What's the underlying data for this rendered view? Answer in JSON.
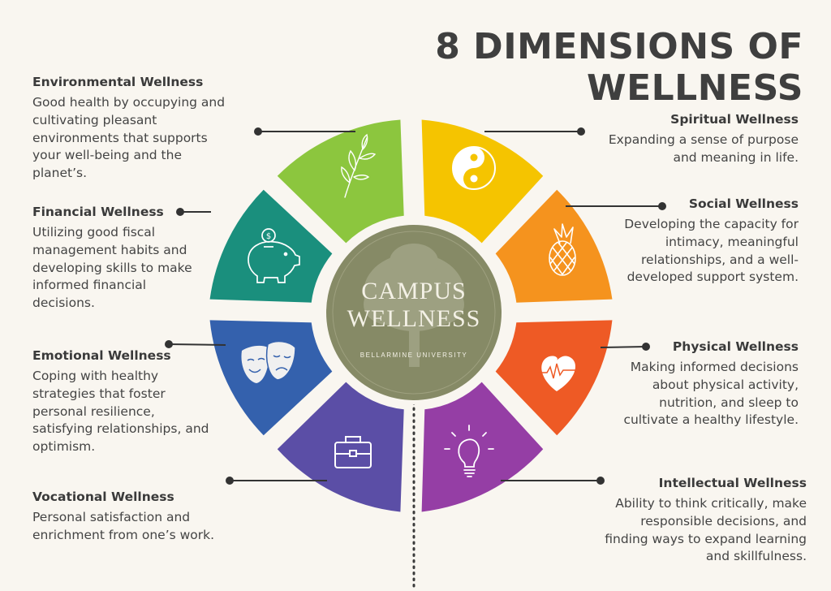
{
  "title": "8 DIMENSIONS OF WELLNESS",
  "center": {
    "line1": "CAMPUS",
    "line2": "WELLNESS",
    "subtitle": "BELLARMINE UNIVERSITY"
  },
  "dimensions": [
    {
      "key": "environmental",
      "title": "Environmental Wellness",
      "text": "Good health by occupying and cultivating pleasant environments that supports your well-being and the planet’s.",
      "color": "#8cc63e",
      "icon": "leaf-branch-icon"
    },
    {
      "key": "spiritual",
      "title": "Spiritual Wellness",
      "text": "Expanding a sense of purpose and meaning in life.",
      "color": "#f5c400",
      "icon": "yin-yang-icon"
    },
    {
      "key": "social",
      "title": "Social Wellness",
      "text": "Developing the capacity for intimacy, meaningful relationships, and a well-developed support system.",
      "color": "#f5931e",
      "icon": "pineapple-icon"
    },
    {
      "key": "physical",
      "title": "Physical Wellness",
      "text": "Making informed decisions about physical activity, nutrition, and sleep to cultivate a healthy lifestyle.",
      "color": "#ee5a25",
      "icon": "heartbeat-icon"
    },
    {
      "key": "intellectual",
      "title": "Intellectual Wellness",
      "text": "Ability to think critically, make responsible decisions, and finding ways to expand learning and skillfulness.",
      "color": "#953ea5",
      "icon": "lightbulb-icon"
    },
    {
      "key": "vocational",
      "title": "Vocational Wellness",
      "text": "Personal satisfaction and enrichment from one’s work.",
      "color": "#5b4ea6",
      "icon": "briefcase-icon"
    },
    {
      "key": "emotional",
      "title": "Emotional Wellness",
      "text": "Coping with healthy strategies that foster personal resilience, satisfying relationships, and optimism.",
      "color": "#3461ad",
      "icon": "theater-masks-icon"
    },
    {
      "key": "financial",
      "title": "Financial Wellness",
      "text": "Utilizing good fiscal management habits and developing skills to make informed financial decisions.",
      "color": "#1a8f7d",
      "icon": "piggy-bank-icon"
    }
  ]
}
